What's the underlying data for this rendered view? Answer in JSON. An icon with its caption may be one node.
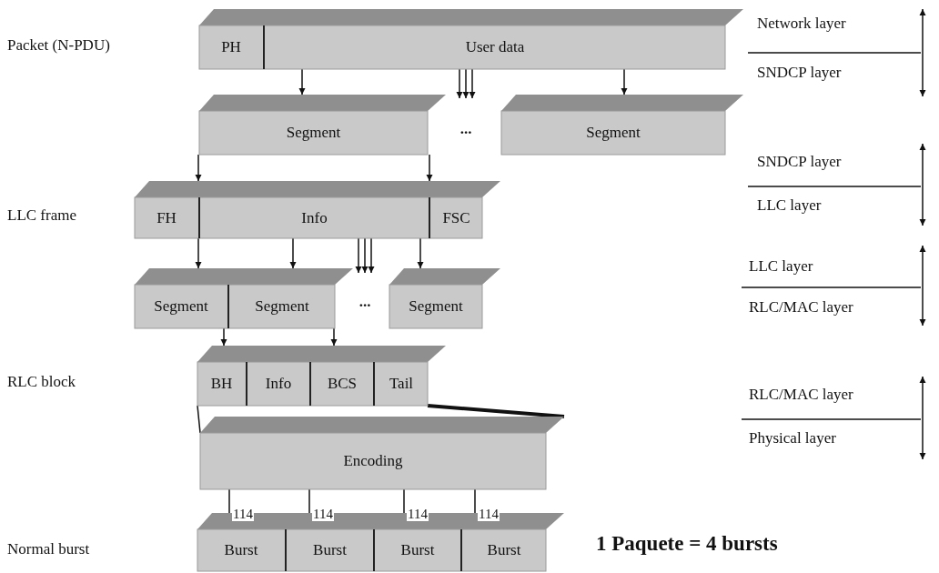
{
  "diagram": {
    "nodes": [
      {
        "text": [],
        "shape": "bar"
      },
      {
        "text": [
          "PH"
        ],
        "in": 0
      },
      {
        "text": [
          "User data"
        ],
        "in": 0
      },
      {
        "text": [
          "Segment"
        ]
      },
      {
        "text": [
          "Segment"
        ]
      },
      {
        "text": [],
        "shape": "bar"
      },
      {
        "text": [
          "FH"
        ],
        "in": 5
      },
      {
        "text": [
          "Info"
        ],
        "in": 5
      },
      {
        "text": [
          "FSC"
        ],
        "in": 5
      },
      {
        "text": [],
        "shape": "bar"
      },
      {
        "text": [
          "Segment"
        ],
        "in": 9
      },
      {
        "text": [
          "Segment"
        ],
        "in": 9
      },
      {
        "text": [
          "Segment"
        ]
      },
      {
        "text": [],
        "shape": "bar"
      },
      {
        "text": [
          "BH"
        ],
        "in": 13
      },
      {
        "text": [
          "Info"
        ],
        "in": 13
      },
      {
        "text": [
          "BCS"
        ],
        "in": 13
      },
      {
        "text": [
          "Tail"
        ],
        "in": 13
      },
      {
        "text": [
          "Encoding"
        ]
      },
      {
        "text": [],
        "shape": "bar"
      },
      {
        "text": [
          "Burst"
        ],
        "in": 19
      },
      {
        "text": [
          "Burst"
        ],
        "in": 19
      },
      {
        "text": [
          "Burst"
        ],
        "in": 19
      },
      {
        "text": [
          "Burst"
        ],
        "in": 19
      },
      {
        "text": [
          "..."
        ]
      },
      {
        "text": [
          "..."
        ]
      }
    ],
    "edges": [
      {
        "from": 2,
        "to": 3,
        "arrow": "to"
      },
      {
        "from": 2,
        "to": 24,
        "arrow": "to"
      },
      {
        "from": 2,
        "to": 24,
        "arrow": "to"
      },
      {
        "from": 2,
        "to": 24,
        "arrow": "to"
      },
      {
        "from": 2,
        "to": 4,
        "arrow": "to"
      },
      {
        "from": 3,
        "to": 5,
        "arrow": "to"
      },
      {
        "from": 3,
        "to": 5,
        "arrow": "to"
      },
      {
        "from": 7,
        "to": 9,
        "arrow": "to"
      },
      {
        "from": 7,
        "to": 9,
        "arrow": "to"
      },
      {
        "from": 7,
        "to": 25,
        "arrow": "to"
      },
      {
        "from": 7,
        "to": 25,
        "arrow": "to"
      },
      {
        "from": 7,
        "to": 25,
        "arrow": "to"
      },
      {
        "from": 7,
        "to": 12,
        "arrow": "to"
      },
      {
        "from": 10,
        "to": 13,
        "arrow": "to"
      },
      {
        "from": 11,
        "to": 13,
        "arrow": "to"
      },
      {
        "from": 13,
        "to": 18,
        "arrow": "none"
      },
      {
        "from": 13,
        "to": 18,
        "arrow": "none",
        "style": "thick"
      },
      {
        "from": 18,
        "to": 20,
        "arrow": "to",
        "label": "114"
      },
      {
        "from": 18,
        "to": 21,
        "arrow": "to",
        "label": "114"
      },
      {
        "from": 18,
        "to": 22,
        "arrow": "to",
        "label": "114"
      },
      {
        "from": 18,
        "to": 23,
        "arrow": "to",
        "label": "114"
      }
    ],
    "labels": [
      "Packet (N-PDU)",
      "Network layer",
      "SNDCP layer",
      "SNDCP layer",
      "LLC frame",
      "LLC layer",
      "LLC layer",
      "RLC/MAC layer",
      "RLC block",
      "RLC/MAC layer",
      "Physical layer",
      "Normal burst",
      "1 Paquete = 4 bursts"
    ]
  }
}
